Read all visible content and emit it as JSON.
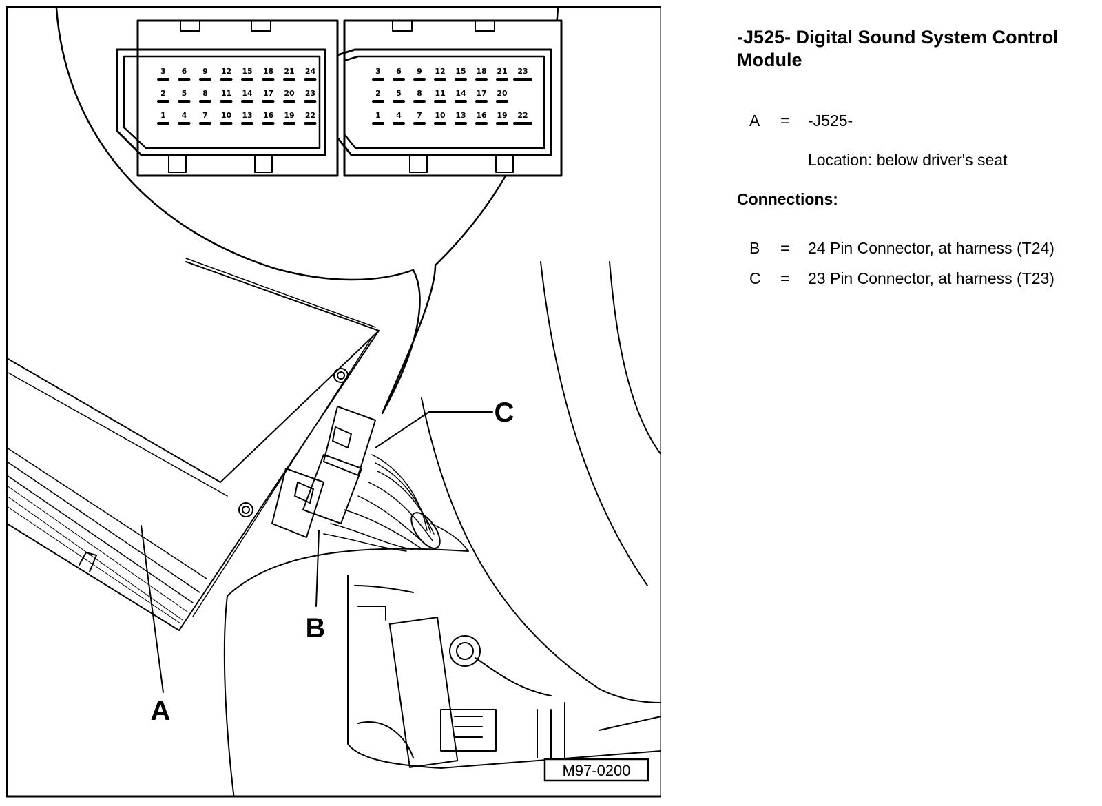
{
  "figure": {
    "reference": "M97-0200",
    "callouts": {
      "a": "A",
      "b": "B",
      "c": "C"
    },
    "connector_24": {
      "rows": [
        [
          "3",
          "6",
          "9",
          "12",
          "15",
          "18",
          "21",
          "24"
        ],
        [
          "2",
          "5",
          "8",
          "11",
          "14",
          "17",
          "20",
          "23"
        ],
        [
          "1",
          "4",
          "7",
          "10",
          "13",
          "16",
          "19",
          "22"
        ]
      ]
    },
    "connector_23": {
      "rows": [
        [
          "3",
          "6",
          "9",
          "12",
          "15",
          "18",
          "21",
          "23"
        ],
        [
          "2",
          "5",
          "8",
          "11",
          "14",
          "17",
          "20",
          ""
        ],
        [
          "1",
          "4",
          "7",
          "10",
          "13",
          "16",
          "19",
          "22"
        ]
      ]
    }
  },
  "legend": {
    "title": "-J525- Digital Sound System Control Module",
    "item_a": {
      "key": "A",
      "eq": "=",
      "value": "-J525-"
    },
    "location": "Location: below driver's seat",
    "connections_heading": "Connections:",
    "item_b": {
      "key": "B",
      "eq": "=",
      "value": "24 Pin Connector, at harness (T24)"
    },
    "item_c": {
      "key": "C",
      "eq": "=",
      "value": "23 Pin Connector, at harness (T23)"
    }
  }
}
